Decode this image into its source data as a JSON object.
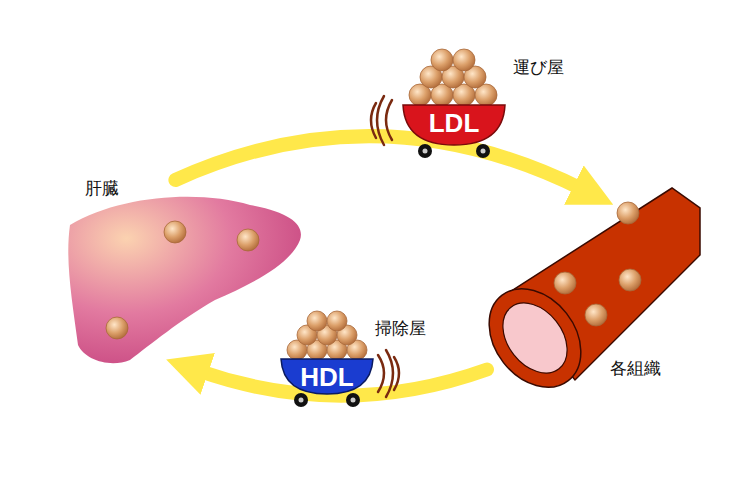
{
  "diagram": {
    "nodes": [
      {
        "text": [
          "肝臓"
        ]
      },
      {
        "text": [
          "運び屋",
          "LDL"
        ]
      },
      {
        "text": [
          "各組織"
        ]
      },
      {
        "text": [
          "掃除屋",
          "HDL"
        ]
      }
    ],
    "edges": [
      {
        "from": 0,
        "to": 2,
        "arrow": "to"
      },
      {
        "from": 2,
        "to": 0,
        "arrow": "to"
      }
    ]
  }
}
